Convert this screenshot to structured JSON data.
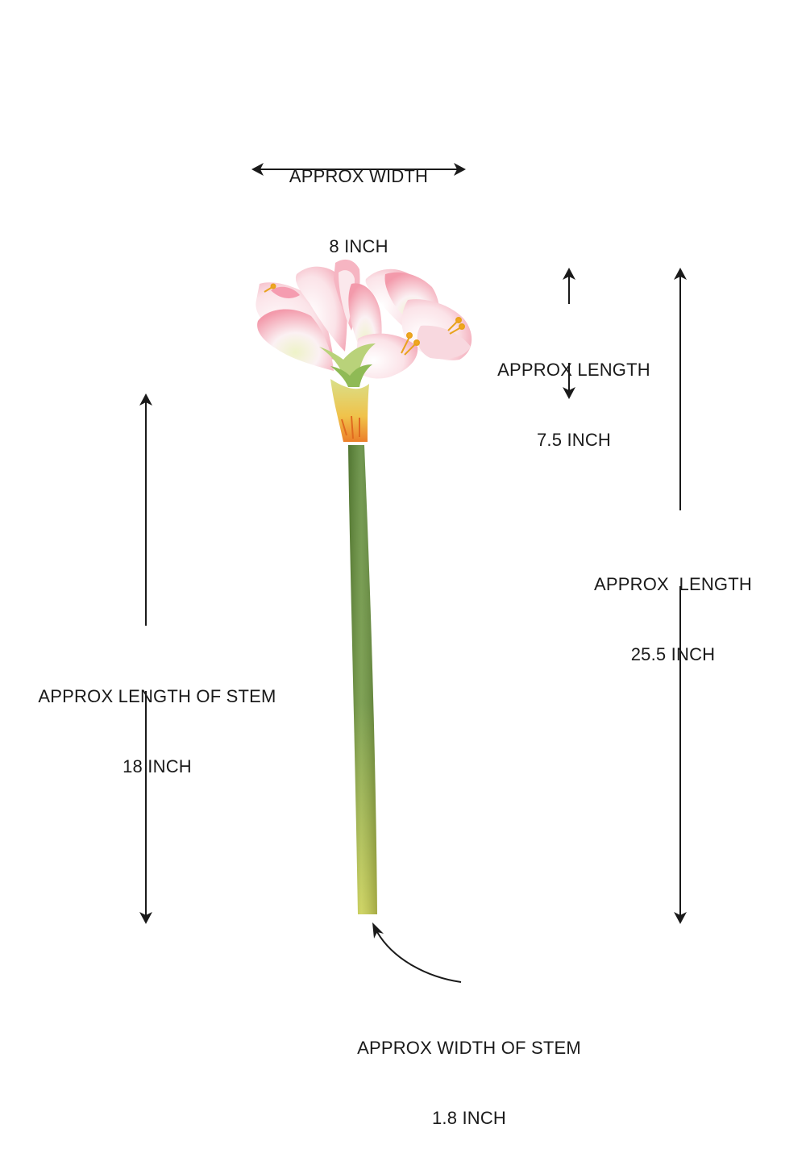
{
  "dimensions": {
    "overall_width": {
      "line1": "APPROX WIDTH",
      "line2": "8 INCH"
    },
    "flower_length": {
      "line1": "APPROX LENGTH",
      "line2": "7.5 INCH"
    },
    "total_length": {
      "line1": "APPROX  LENGTH",
      "line2": "25.5 INCH"
    },
    "stem_length": {
      "line1": "APPROX LENGTH OF STEM",
      "line2": "18 INCH"
    },
    "stem_width": {
      "line1": "APPROX WIDTH OF STEM",
      "line2": "1.8 INCH"
    }
  },
  "colors": {
    "arrow": "#1a1a1a",
    "stem_dark": "#5f8a3a",
    "stem_light": "#c9cf52",
    "petal_pink": "#f4a6b4",
    "petal_white": "#fbeef0",
    "bract": "#e98a2c"
  }
}
